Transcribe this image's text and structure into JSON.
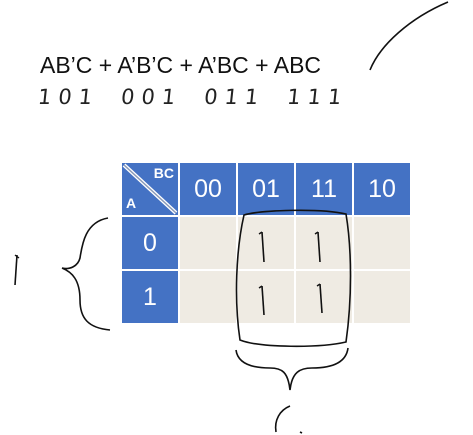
{
  "expression": "AB’C + A’B’C + A’BC + ABC",
  "handwritten_minterms": [
    "101",
    "001",
    "011",
    "111"
  ],
  "kmap": {
    "corner_col_var": "BC",
    "corner_row_var": "A",
    "col_headers": [
      "00",
      "01",
      "11",
      "10"
    ],
    "row_headers": [
      "0",
      "1"
    ],
    "cells": [
      [
        "",
        "",
        "",
        ""
      ],
      [
        "",
        "",
        "",
        ""
      ]
    ],
    "handwritten_marks": [
      [
        "",
        "|",
        "|",
        ""
      ],
      [
        "",
        "|",
        "|",
        ""
      ]
    ]
  },
  "colors": {
    "header_blue": "#4472c4",
    "cell_beige": "#efebe3",
    "ink": "#111111"
  },
  "side_mark": "|"
}
